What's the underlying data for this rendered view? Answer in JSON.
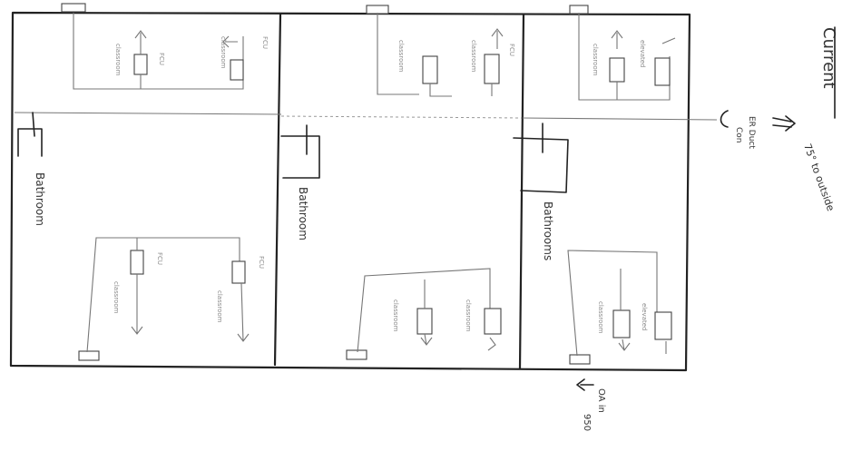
{
  "title": "Current",
  "rooms": {
    "bathroom_left": "Bathroom",
    "bathroom_mid": "Bathroom",
    "bathroom_right": "Bathrooms"
  },
  "labels": {
    "fcu": "FCU",
    "classroom": "classroom",
    "elevated_classroom": "elevated"
  },
  "notes": {
    "return_air_a": "ER Duct",
    "return_air_b": "Con",
    "outside_temp": "75° to outside",
    "outside_air_a": "OA in",
    "outside_air_b": "950"
  }
}
